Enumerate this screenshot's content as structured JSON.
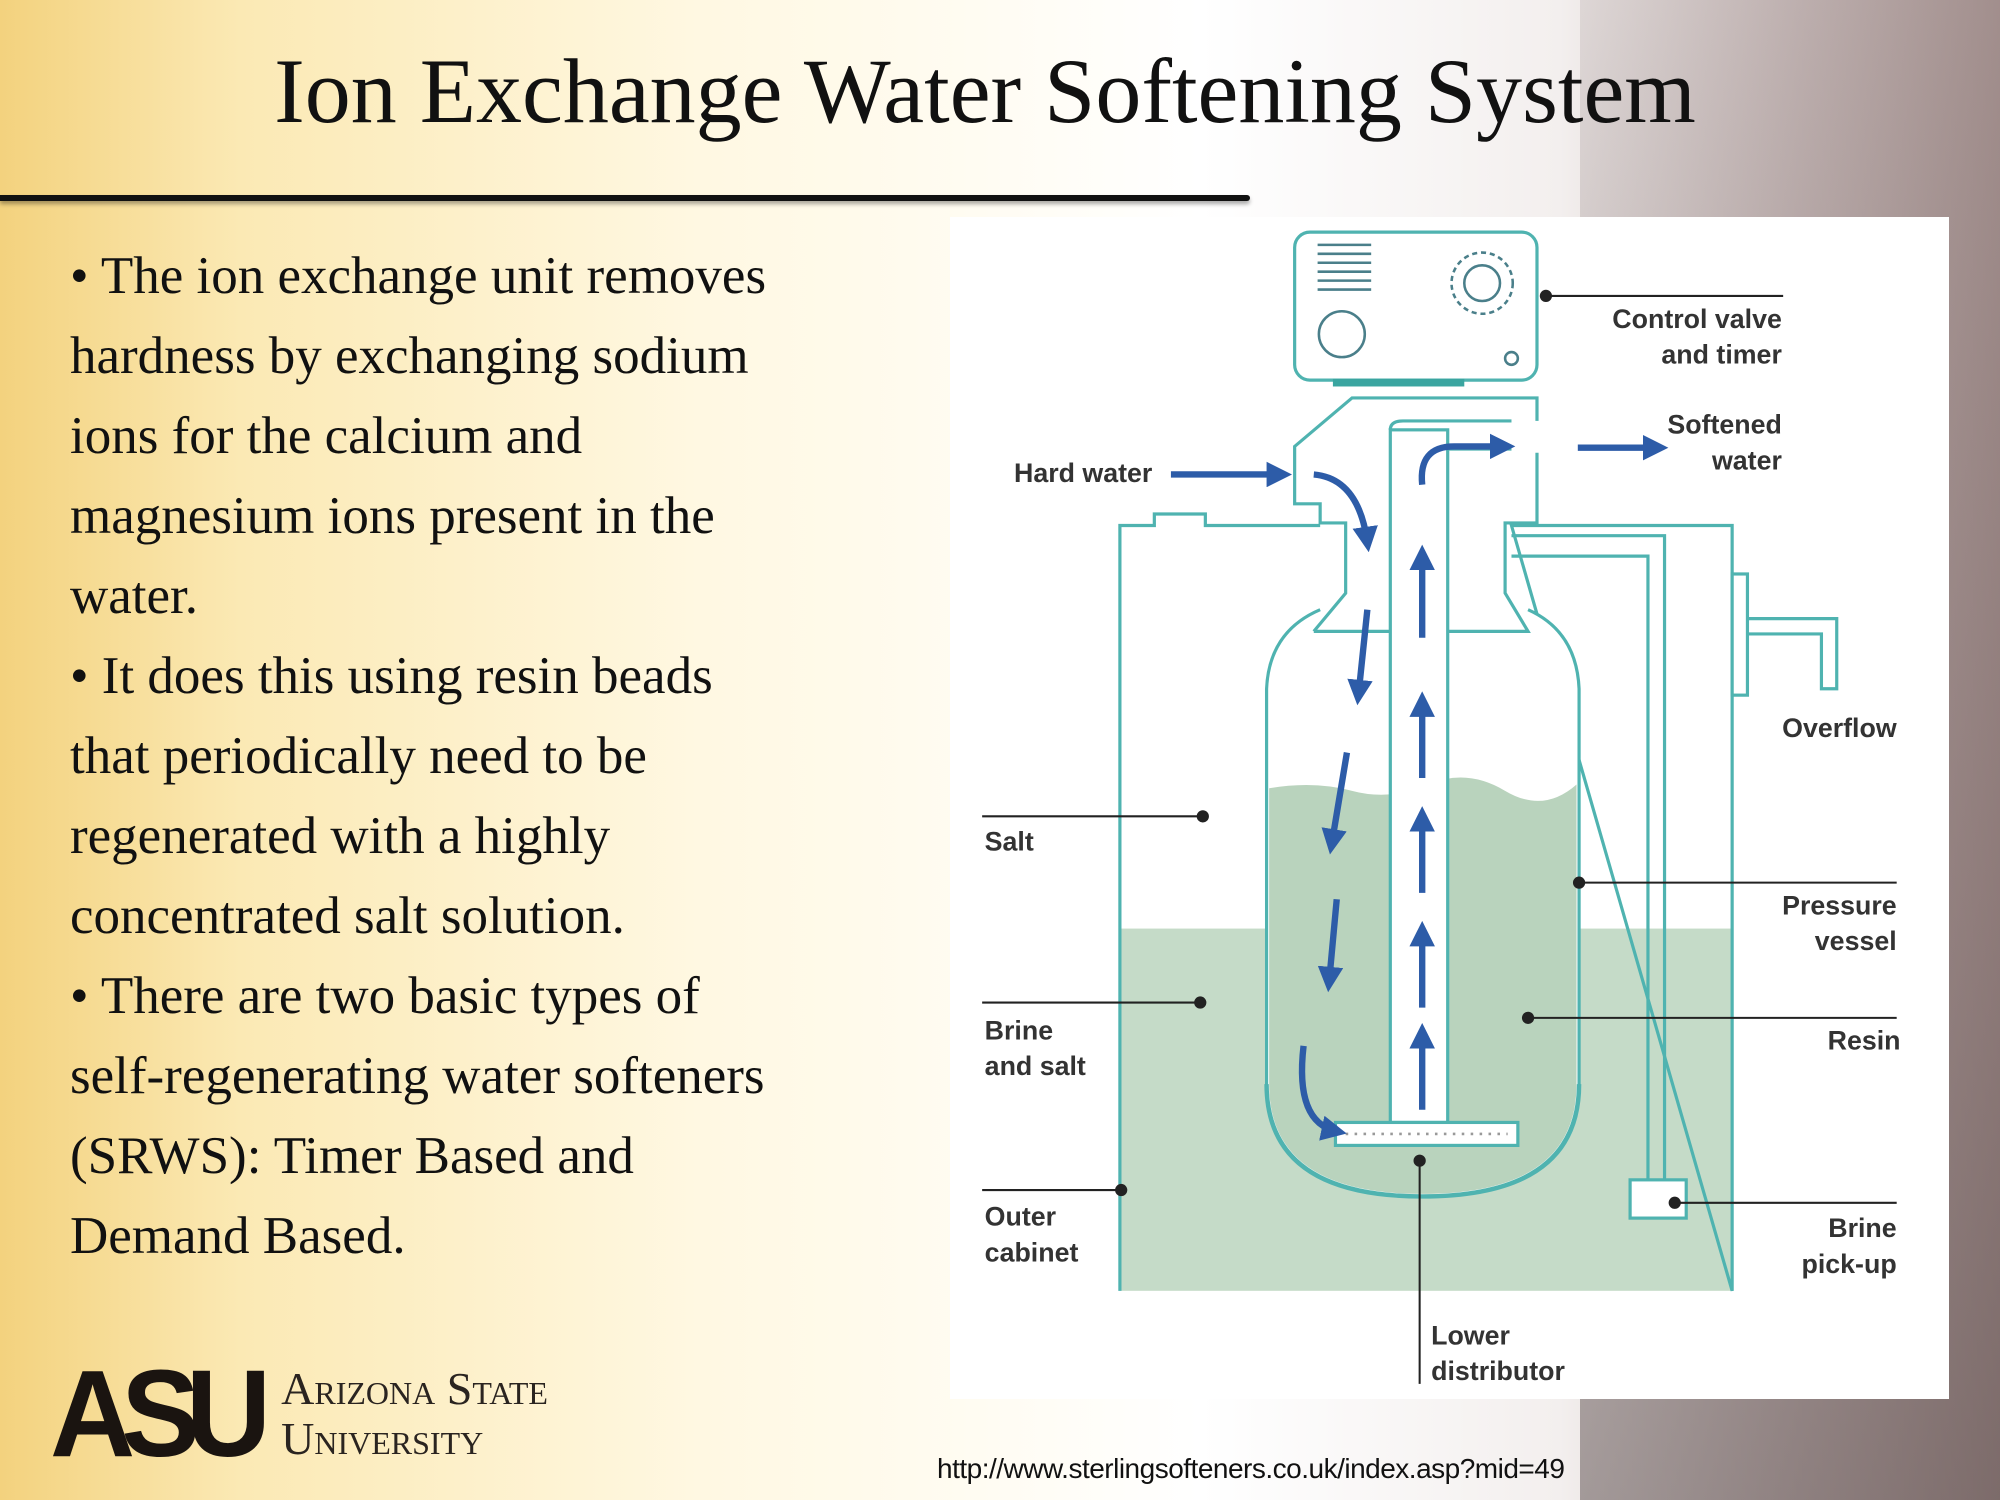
{
  "slide": {
    "title": "Ion Exchange Water Softening System",
    "bullets_lines": [
      "• The ion exchange unit removes",
      "hardness by exchanging sodium",
      "ions for the calcium and",
      "magnesium ions present in the",
      "water.",
      "• It does this using resin beads",
      "that periodically need to be",
      "regenerated with a highly",
      "concentrated salt solution.",
      "• There are two basic types of",
      "self-regenerating water softeners",
      "(SRWS): Timer Based and",
      "Demand Based."
    ],
    "source_url": "http://www.sterlingsofteners.co.uk/index.asp?mid=49"
  },
  "logo": {
    "mark": "ASU",
    "line1": "Arizona State",
    "line2": "University"
  },
  "diagram": {
    "labels": {
      "control_valve_1": "Control valve",
      "control_valve_2": "and timer",
      "softened_1": "Softened",
      "softened_2": "water",
      "hard_water": "Hard water",
      "overflow": "Overflow",
      "salt": "Salt",
      "pressure_1": "Pressure",
      "pressure_2": "vessel",
      "brine_1": "Brine",
      "brine_2": "and salt",
      "resin": "Resin",
      "outer_1": "Outer",
      "outer_2": "cabinet",
      "pickup_1": "Brine",
      "pickup_2": "pick-up",
      "lower_1": "Lower",
      "lower_2": "distributor"
    },
    "colors": {
      "outline": "#4fb3b0",
      "water": "#c5dbc8",
      "arrow": "#2d5ca8"
    }
  }
}
